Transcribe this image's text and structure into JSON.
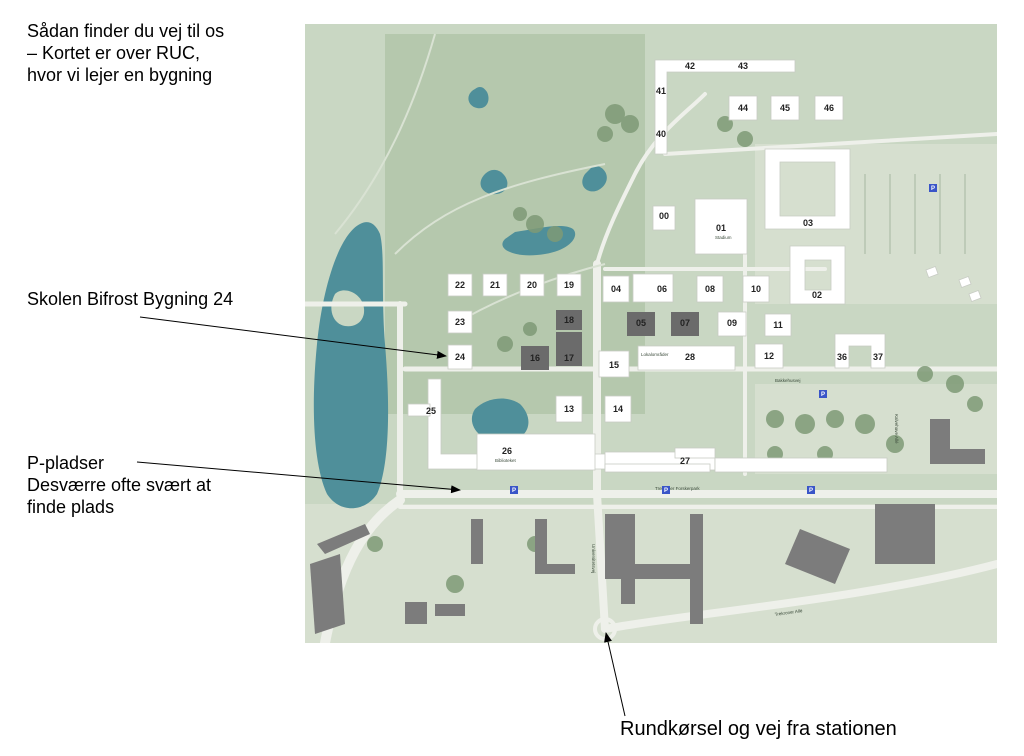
{
  "annotations": {
    "intro": "Sådan finder du vej til os\n– Kortet er over RUC,\nhvor vi lejer en bygning",
    "school": "Skolen Bifrost Bygning 24",
    "parking": "P-pladser\nDesværre ofte svært at\nfinde plads",
    "roundabout": "Rundkørsel og vej fra stationen"
  },
  "colors": {
    "grass": "#c9d7c3",
    "park": "#b5c8ad",
    "field": "#d6dfcf",
    "water": "#4f8f9a",
    "building": "#ffffff",
    "highlight_building": "#6b6b6b",
    "road": "#e9ece6",
    "tree": "#7e9a76",
    "parking_sign": "#3a55c8"
  },
  "map": {
    "buildings": [
      "00",
      "01",
      "02",
      "03",
      "04",
      "05",
      "06",
      "07",
      "08",
      "09",
      "10",
      "11",
      "12",
      "13",
      "14",
      "15",
      "16",
      "17",
      "18",
      "19",
      "20",
      "21",
      "22",
      "23",
      "24",
      "25",
      "26",
      "27",
      "28",
      "36",
      "37",
      "40",
      "41",
      "42",
      "43",
      "44",
      "45",
      "46"
    ],
    "street_labels": [
      "Trekroner Forskerpark",
      "Trekroner Allé",
      "Universitetsvej",
      "Bakkehusvej",
      "Kalvehave Allé"
    ],
    "building_labels": {
      "01": "Stadium",
      "26": "Biblioteket",
      "28": "Lokalområder"
    },
    "parking_symbol": "P",
    "highlighted_buildings": [
      "05",
      "07",
      "16",
      "17",
      "18"
    ]
  }
}
